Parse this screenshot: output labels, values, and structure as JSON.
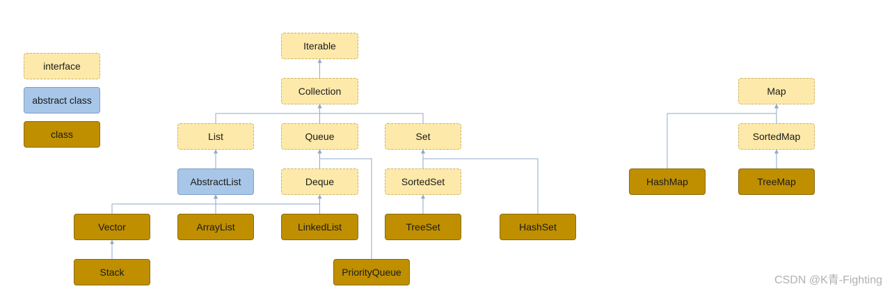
{
  "colors": {
    "interface": "#fde9a9",
    "abstract_class": "#a8c7e8",
    "class": "#bf8f00",
    "connector": "#8ea9c8"
  },
  "legend": [
    {
      "label": "interface",
      "kind": "interface"
    },
    {
      "label": "abstract class",
      "kind": "abstract"
    },
    {
      "label": "class",
      "kind": "class"
    }
  ],
  "nodes": {
    "iterable": {
      "label": "Iterable",
      "kind": "interface"
    },
    "collection": {
      "label": "Collection",
      "kind": "interface"
    },
    "list": {
      "label": "List",
      "kind": "interface"
    },
    "queue": {
      "label": "Queue",
      "kind": "interface"
    },
    "set": {
      "label": "Set",
      "kind": "interface"
    },
    "abstractlist": {
      "label": "AbstractList",
      "kind": "abstract"
    },
    "deque": {
      "label": "Deque",
      "kind": "interface"
    },
    "sortedset": {
      "label": "SortedSet",
      "kind": "interface"
    },
    "vector": {
      "label": "Vector",
      "kind": "class"
    },
    "arraylist": {
      "label": "ArrayList",
      "kind": "class"
    },
    "linkedlist": {
      "label": "LinkedList",
      "kind": "class"
    },
    "treeset": {
      "label": "TreeSet",
      "kind": "class"
    },
    "hashset": {
      "label": "HashSet",
      "kind": "class"
    },
    "stack": {
      "label": "Stack",
      "kind": "class"
    },
    "priorityqueue": {
      "label": "PriorityQueue",
      "kind": "class"
    },
    "map": {
      "label": "Map",
      "kind": "interface"
    },
    "sortedmap": {
      "label": "SortedMap",
      "kind": "interface"
    },
    "hashmap": {
      "label": "HashMap",
      "kind": "class"
    },
    "treemap": {
      "label": "TreeMap",
      "kind": "class"
    }
  },
  "edges": [
    {
      "from": "collection",
      "to": "iterable"
    },
    {
      "from": "list",
      "to": "collection"
    },
    {
      "from": "queue",
      "to": "collection"
    },
    {
      "from": "set",
      "to": "collection"
    },
    {
      "from": "abstractlist",
      "to": "list"
    },
    {
      "from": "deque",
      "to": "queue"
    },
    {
      "from": "priorityqueue",
      "to": "queue"
    },
    {
      "from": "sortedset",
      "to": "set"
    },
    {
      "from": "hashset",
      "to": "set"
    },
    {
      "from": "vector",
      "to": "abstractlist"
    },
    {
      "from": "arraylist",
      "to": "abstractlist"
    },
    {
      "from": "linkedlist",
      "to": "abstractlist"
    },
    {
      "from": "linkedlist",
      "to": "deque"
    },
    {
      "from": "treeset",
      "to": "sortedset"
    },
    {
      "from": "stack",
      "to": "vector"
    },
    {
      "from": "sortedmap",
      "to": "map"
    },
    {
      "from": "hashmap",
      "to": "map"
    },
    {
      "from": "treemap",
      "to": "sortedmap"
    }
  ],
  "watermark": "CSDN @K青-Fighting"
}
